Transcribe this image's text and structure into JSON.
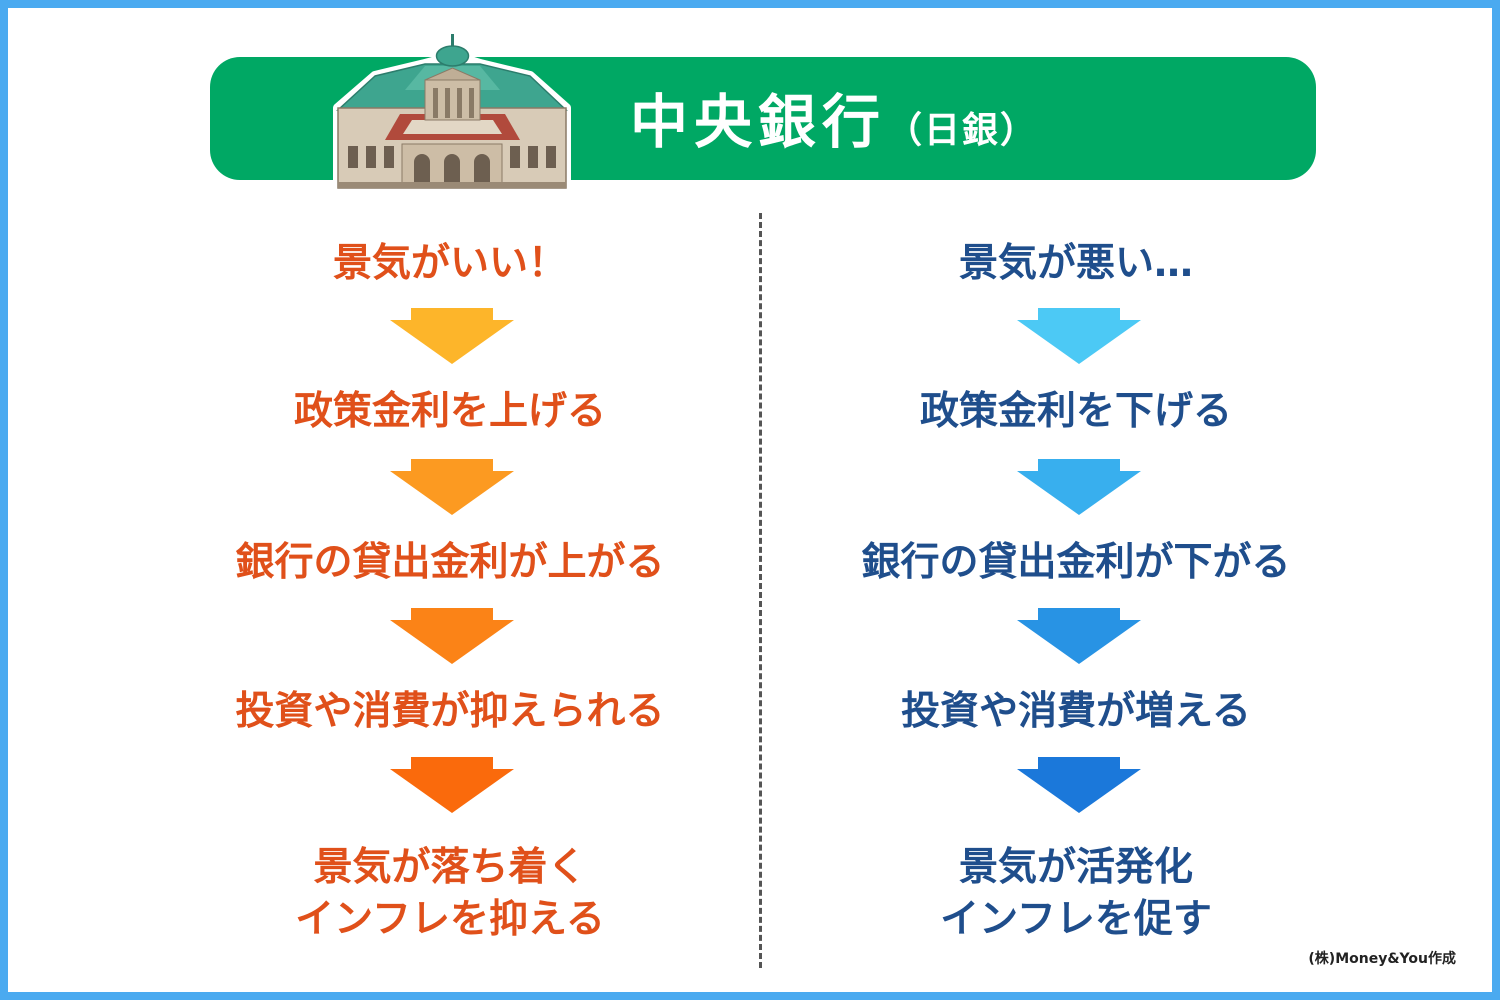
{
  "header": {
    "title": "中央銀行",
    "subtitle": "（日銀）",
    "bank_icon": "bank-of-japan-building-icon"
  },
  "left_column": {
    "color": "#e0501a",
    "steps": [
      "景気がいい！",
      "政策金利を上げる",
      "銀行の貸出金利が上がる",
      "投資や消費が抑えられる",
      "景気が落ち着く",
      "インフレを抑える"
    ],
    "arrow_colors": [
      "#fdb52a",
      "#fc9a21",
      "#fb8317",
      "#fa6a0c"
    ]
  },
  "right_column": {
    "color": "#1f4e8c",
    "steps": [
      "景気が悪い…",
      "政策金利を下げる",
      "銀行の貸出金利が下がる",
      "投資や消費が増える",
      "景気が活発化",
      "インフレを促す"
    ],
    "arrow_colors": [
      "#4cc9f5",
      "#38afee",
      "#2893e4",
      "#1b78da"
    ]
  },
  "credit": "(株)Money&You作成",
  "colors": {
    "frame": "#4aaaf0",
    "header_bg": "#00a864",
    "divider": "#555555"
  }
}
